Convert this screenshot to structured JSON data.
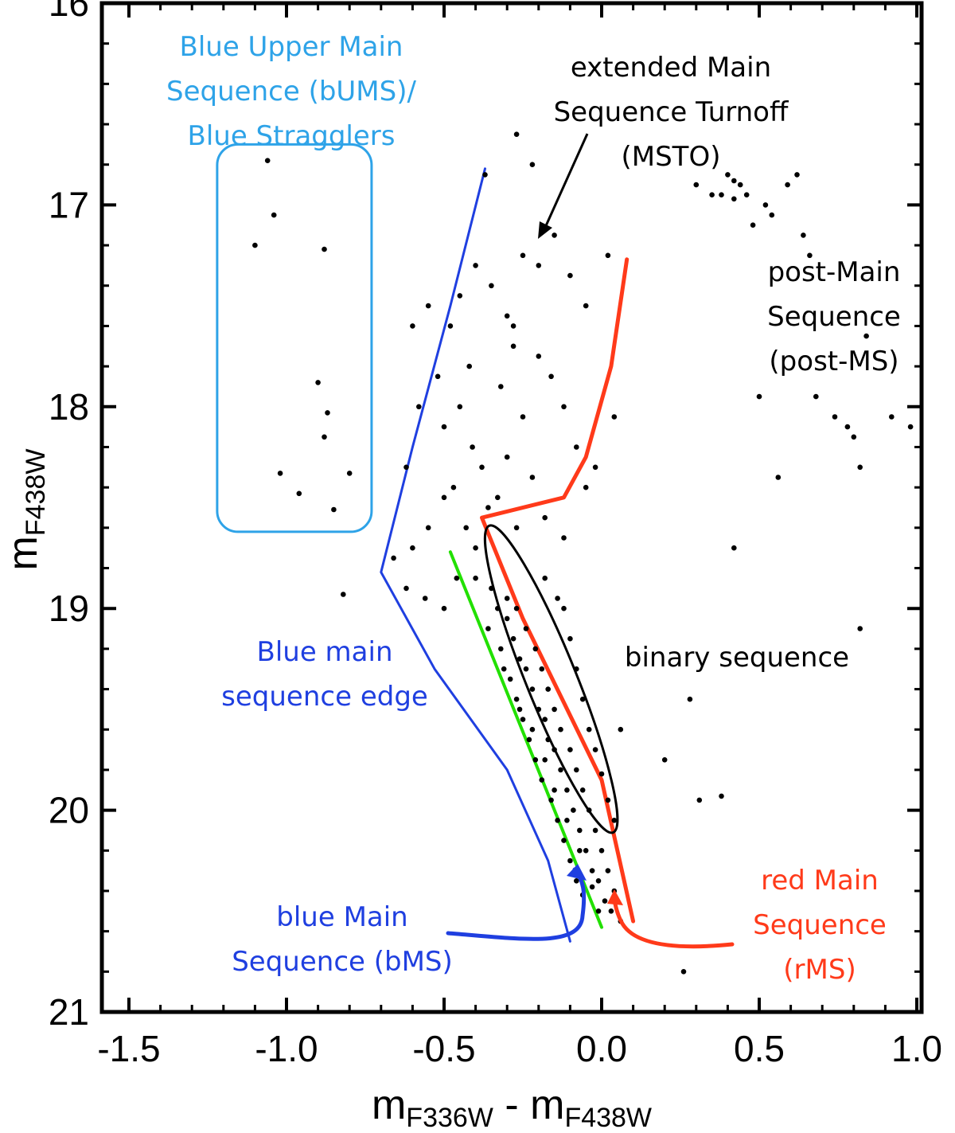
{
  "chart_data": {
    "type": "scatter",
    "title": "",
    "xlabel": {
      "main": "m",
      "sub1": "F336W",
      "minus": " - ",
      "main2": "m",
      "sub2": "F438W"
    },
    "ylabel": {
      "main": "m",
      "sub": "F438W"
    },
    "xlim": [
      -1.55,
      1.0
    ],
    "ylim": [
      21.0,
      16.0
    ],
    "y_inverted": true,
    "x_ticks": [
      -1.5,
      -1.0,
      -0.5,
      0.0,
      0.5,
      1.0
    ],
    "x_tick_labels": [
      "-1.5",
      "-1.0",
      "-0.5",
      "0.0",
      "0.5",
      "1.0"
    ],
    "y_ticks": [
      16,
      17,
      18,
      19,
      20,
      21
    ],
    "y_tick_labels": [
      "16",
      "17",
      "18",
      "19",
      "20",
      "21"
    ],
    "grid": false,
    "series": [
      {
        "role": "stars",
        "color": "#000000",
        "points_upper_ms": [
          [
            -0.37,
            16.85
          ],
          [
            -0.27,
            16.65
          ],
          [
            -0.22,
            16.8
          ],
          [
            -0.2,
            17.3
          ],
          [
            -0.25,
            17.25
          ],
          [
            -0.15,
            17.15
          ],
          [
            -0.1,
            17.35
          ],
          [
            -0.05,
            17.5
          ],
          [
            0.02,
            17.25
          ],
          [
            -0.48,
            17.6
          ],
          [
            -0.45,
            17.45
          ],
          [
            -0.42,
            17.8
          ],
          [
            -0.4,
            17.3
          ],
          [
            -0.35,
            17.4
          ],
          [
            -0.3,
            17.55
          ],
          [
            -0.28,
            17.7
          ],
          [
            -0.32,
            17.9
          ],
          [
            -0.45,
            18.0
          ],
          [
            -0.5,
            18.1
          ],
          [
            -0.41,
            18.2
          ],
          [
            -0.38,
            18.3
          ],
          [
            -0.47,
            18.4
          ],
          [
            -0.36,
            18.5
          ],
          [
            -0.55,
            18.6
          ],
          [
            -0.6,
            18.7
          ],
          [
            -0.62,
            18.3
          ],
          [
            -0.66,
            18.75
          ],
          [
            -0.43,
            18.6
          ],
          [
            -0.4,
            18.7
          ],
          [
            -0.28,
            17.6
          ],
          [
            -0.2,
            17.75
          ],
          [
            -0.16,
            17.85
          ],
          [
            -0.12,
            18.0
          ],
          [
            -0.08,
            18.2
          ],
          [
            -0.25,
            18.05
          ],
          [
            -0.3,
            18.25
          ],
          [
            -0.33,
            18.45
          ],
          [
            -0.22,
            18.35
          ],
          [
            -0.18,
            18.55
          ],
          [
            -0.27,
            18.6
          ],
          [
            -0.6,
            17.6
          ],
          [
            -0.55,
            17.5
          ],
          [
            -0.52,
            17.85
          ],
          [
            -0.58,
            18.0
          ],
          [
            -0.5,
            18.45
          ],
          [
            -0.12,
            18.65
          ],
          [
            -0.05,
            18.4
          ],
          [
            -0.02,
            18.3
          ],
          [
            0.04,
            18.05
          ],
          [
            -0.62,
            18.9
          ],
          [
            -0.56,
            18.95
          ],
          [
            -0.5,
            19.0
          ],
          [
            -0.46,
            18.85
          ],
          [
            -0.82,
            18.93
          ]
        ],
        "points_main_sequence_band": [
          [
            -0.4,
            18.85
          ],
          [
            -0.35,
            18.9
          ],
          [
            -0.33,
            19.0
          ],
          [
            -0.3,
            19.05
          ],
          [
            -0.28,
            19.15
          ],
          [
            -0.26,
            19.25
          ],
          [
            -0.24,
            19.3
          ],
          [
            -0.22,
            19.4
          ],
          [
            -0.2,
            19.5
          ],
          [
            -0.18,
            19.55
          ],
          [
            -0.17,
            19.65
          ],
          [
            -0.15,
            19.7
          ],
          [
            -0.13,
            19.8
          ],
          [
            -0.11,
            19.9
          ],
          [
            -0.09,
            20.0
          ],
          [
            -0.07,
            20.1
          ],
          [
            -0.05,
            20.2
          ],
          [
            -0.03,
            20.3
          ],
          [
            -0.01,
            20.35
          ],
          [
            0.01,
            20.45
          ],
          [
            0.03,
            20.5
          ],
          [
            -0.36,
            19.1
          ],
          [
            -0.32,
            19.2
          ],
          [
            -0.29,
            19.35
          ],
          [
            -0.27,
            19.45
          ],
          [
            -0.25,
            19.55
          ],
          [
            -0.23,
            19.65
          ],
          [
            -0.21,
            19.75
          ],
          [
            -0.19,
            19.85
          ],
          [
            -0.16,
            19.95
          ],
          [
            -0.14,
            20.05
          ],
          [
            -0.12,
            20.15
          ],
          [
            -0.1,
            20.25
          ],
          [
            -0.08,
            20.35
          ],
          [
            -0.06,
            20.42
          ],
          [
            -0.3,
            18.95
          ],
          [
            -0.27,
            19.0
          ],
          [
            -0.24,
            19.1
          ],
          [
            -0.21,
            19.2
          ],
          [
            -0.19,
            19.3
          ],
          [
            -0.17,
            19.4
          ],
          [
            -0.15,
            19.5
          ],
          [
            -0.13,
            19.6
          ],
          [
            -0.1,
            19.7
          ],
          [
            -0.08,
            19.8
          ],
          [
            -0.06,
            19.9
          ],
          [
            -0.04,
            20.0
          ],
          [
            -0.02,
            20.1
          ],
          [
            0.0,
            20.2
          ],
          [
            0.02,
            20.3
          ],
          [
            0.04,
            20.4
          ],
          [
            -0.31,
            19.3
          ],
          [
            -0.26,
            19.5
          ],
          [
            -0.22,
            19.6
          ],
          [
            -0.18,
            19.75
          ],
          [
            -0.15,
            19.9
          ],
          [
            -0.11,
            20.05
          ],
          [
            -0.07,
            20.2
          ],
          [
            -0.03,
            20.38
          ],
          [
            -0.01,
            20.5
          ],
          [
            0.06,
            20.55
          ]
        ],
        "points_binary": [
          [
            -0.18,
            18.85
          ],
          [
            -0.12,
            19.0
          ],
          [
            -0.1,
            19.15
          ],
          [
            -0.08,
            19.3
          ],
          [
            -0.06,
            19.45
          ],
          [
            -0.04,
            19.6
          ],
          [
            -0.02,
            19.7
          ],
          [
            0.0,
            19.82
          ],
          [
            0.02,
            19.95
          ],
          [
            0.04,
            20.05
          ],
          [
            0.06,
            19.6
          ],
          [
            -0.14,
            18.95
          ]
        ],
        "points_blue_stragglers": [
          [
            -1.06,
            16.78
          ],
          [
            -1.04,
            17.05
          ],
          [
            -1.1,
            17.2
          ],
          [
            -0.88,
            17.22
          ],
          [
            -0.9,
            17.88
          ],
          [
            -0.87,
            18.03
          ],
          [
            -0.88,
            18.15
          ],
          [
            -1.02,
            18.33
          ],
          [
            -0.96,
            18.43
          ],
          [
            -0.85,
            18.51
          ],
          [
            -0.8,
            18.33
          ]
        ],
        "points_post_ms": [
          [
            0.3,
            16.9
          ],
          [
            0.35,
            16.95
          ],
          [
            0.38,
            16.95
          ],
          [
            0.4,
            16.85
          ],
          [
            0.42,
            16.88
          ],
          [
            0.44,
            16.9
          ],
          [
            0.42,
            16.97
          ],
          [
            0.46,
            16.95
          ],
          [
            0.48,
            17.1
          ],
          [
            0.52,
            17.0
          ],
          [
            0.54,
            17.05
          ],
          [
            0.59,
            16.9
          ],
          [
            0.62,
            16.85
          ],
          [
            0.64,
            17.15
          ],
          [
            0.66,
            17.25
          ],
          [
            0.5,
            17.95
          ],
          [
            0.56,
            18.35
          ],
          [
            0.68,
            17.95
          ],
          [
            0.74,
            18.05
          ],
          [
            0.78,
            18.1
          ],
          [
            0.8,
            18.15
          ],
          [
            0.82,
            18.3
          ],
          [
            0.84,
            17.65
          ],
          [
            0.92,
            18.05
          ],
          [
            0.98,
            18.1
          ],
          [
            0.42,
            18.7
          ],
          [
            0.31,
            19.95
          ],
          [
            0.38,
            19.93
          ],
          [
            0.26,
            20.8
          ],
          [
            0.2,
            19.75
          ],
          [
            0.28,
            19.45
          ],
          [
            0.82,
            19.1
          ]
        ]
      }
    ],
    "annotations": [
      {
        "id": "bums",
        "lines": [
          "Blue Upper Main",
          "Sequence (bUMS)/",
          "Blue Stragglers"
        ],
        "color": "#2ea3e8"
      },
      {
        "id": "msto",
        "lines": [
          "extended Main",
          "Sequence Turnoff",
          "(MSTO)"
        ],
        "color": "#000000"
      },
      {
        "id": "post_ms",
        "lines": [
          "post-Main",
          "Sequence",
          "(post-MS)"
        ],
        "color": "#000000"
      },
      {
        "id": "blue_edge",
        "lines": [
          "Blue main",
          "sequence edge"
        ],
        "color": "#1f3fe0"
      },
      {
        "id": "binary",
        "lines": [
          "binary sequence"
        ],
        "color": "#000000"
      },
      {
        "id": "bms",
        "lines": [
          "blue Main",
          "Sequence (bMS)"
        ],
        "color": "#1f3fe0"
      },
      {
        "id": "rms",
        "lines": [
          "red Main",
          "Sequence",
          "(rMS)"
        ],
        "color": "#ff3a1a"
      }
    ],
    "overlay_lines": {
      "blue_edge": {
        "color": "#1f3fe0",
        "points": [
          [
            -0.37,
            16.82
          ],
          [
            -0.48,
            17.5
          ],
          [
            -0.6,
            18.2
          ],
          [
            -0.7,
            18.82
          ],
          [
            -0.53,
            19.3
          ],
          [
            -0.3,
            19.8
          ],
          [
            -0.17,
            20.25
          ],
          [
            -0.1,
            20.65
          ]
        ]
      },
      "green_bms": {
        "color": "#22e000",
        "points": [
          [
            -0.48,
            18.72
          ],
          [
            0.0,
            20.58
          ]
        ]
      },
      "red_rms": {
        "color": "#ff3a1a",
        "points": [
          [
            0.08,
            17.27
          ],
          [
            0.03,
            17.8
          ],
          [
            -0.05,
            18.25
          ],
          [
            -0.12,
            18.45
          ],
          [
            -0.38,
            18.55
          ],
          [
            -0.25,
            19.05
          ],
          [
            0.0,
            19.85
          ],
          [
            0.1,
            20.55
          ]
        ]
      },
      "binary_ellipse": {
        "color": "#000000",
        "center": [
          -0.16,
          19.35
        ],
        "rx_units": 0.08,
        "ry_mag": 0.82,
        "angle_deg": -22
      },
      "bums_box": {
        "color": "#2ea3e8",
        "x": [
          -1.22,
          -0.73
        ],
        "y": [
          16.7,
          18.62
        ]
      }
    }
  }
}
